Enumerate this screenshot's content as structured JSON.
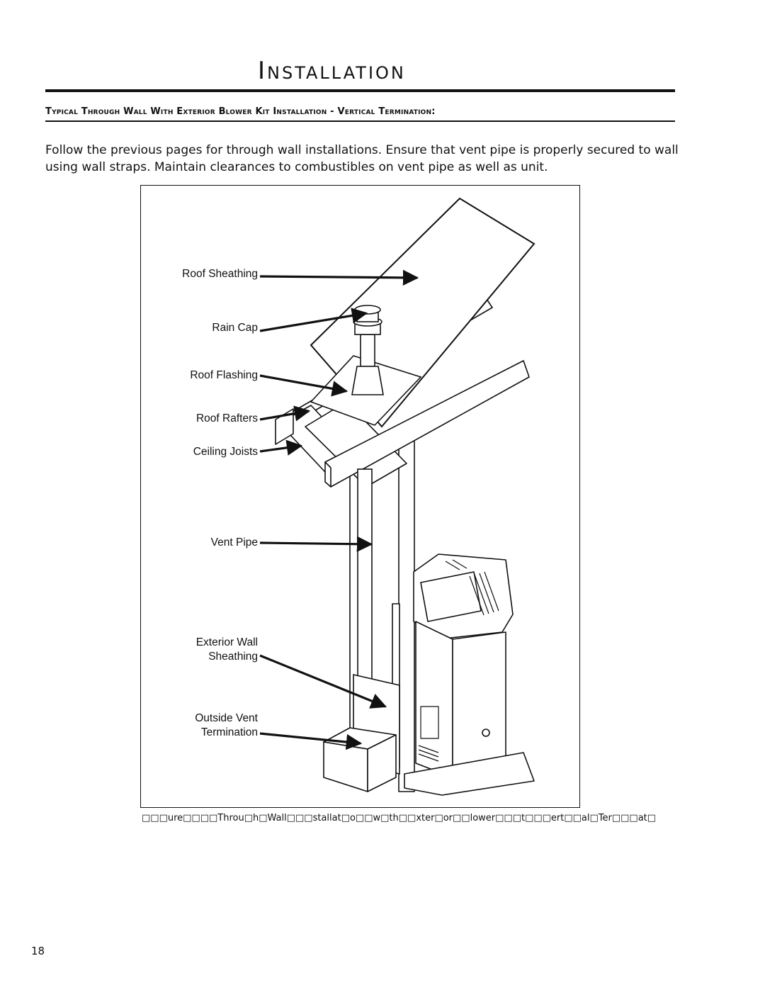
{
  "header": {
    "title": "Installation",
    "subtitle": "Typical Through Wall With Exterior Blower Kit Installation - Vertical Termination:"
  },
  "body": {
    "paragraph": "Follow the previous pages for through wall installations. Ensure that vent pipe is properly secured to wall using wall straps. Maintain clearances to combustibles on vent pipe as well as unit."
  },
  "figure": {
    "labels": {
      "roof_sheathing": "Roof Sheathing",
      "rain_cap": "Rain Cap",
      "roof_flashing": "Roof Flashing",
      "roof_rafters": "Roof Rafters",
      "ceiling_joists": "Ceiling Joists",
      "vent_pipe": "Vent Pipe",
      "exterior_wall_line1": "Exterior Wall",
      "exterior_wall_line2": "Sheathing",
      "outside_vent_line1": "Outside Vent",
      "outside_vent_line2": "Termination"
    },
    "caption": "□□□ure□□□□Throu□h□Wall□□□stallat□o□□w□th□□xter□or□□lower□□□t□□□ert□□al□Ter□□□at□"
  },
  "footer": {
    "page_number": "18"
  }
}
